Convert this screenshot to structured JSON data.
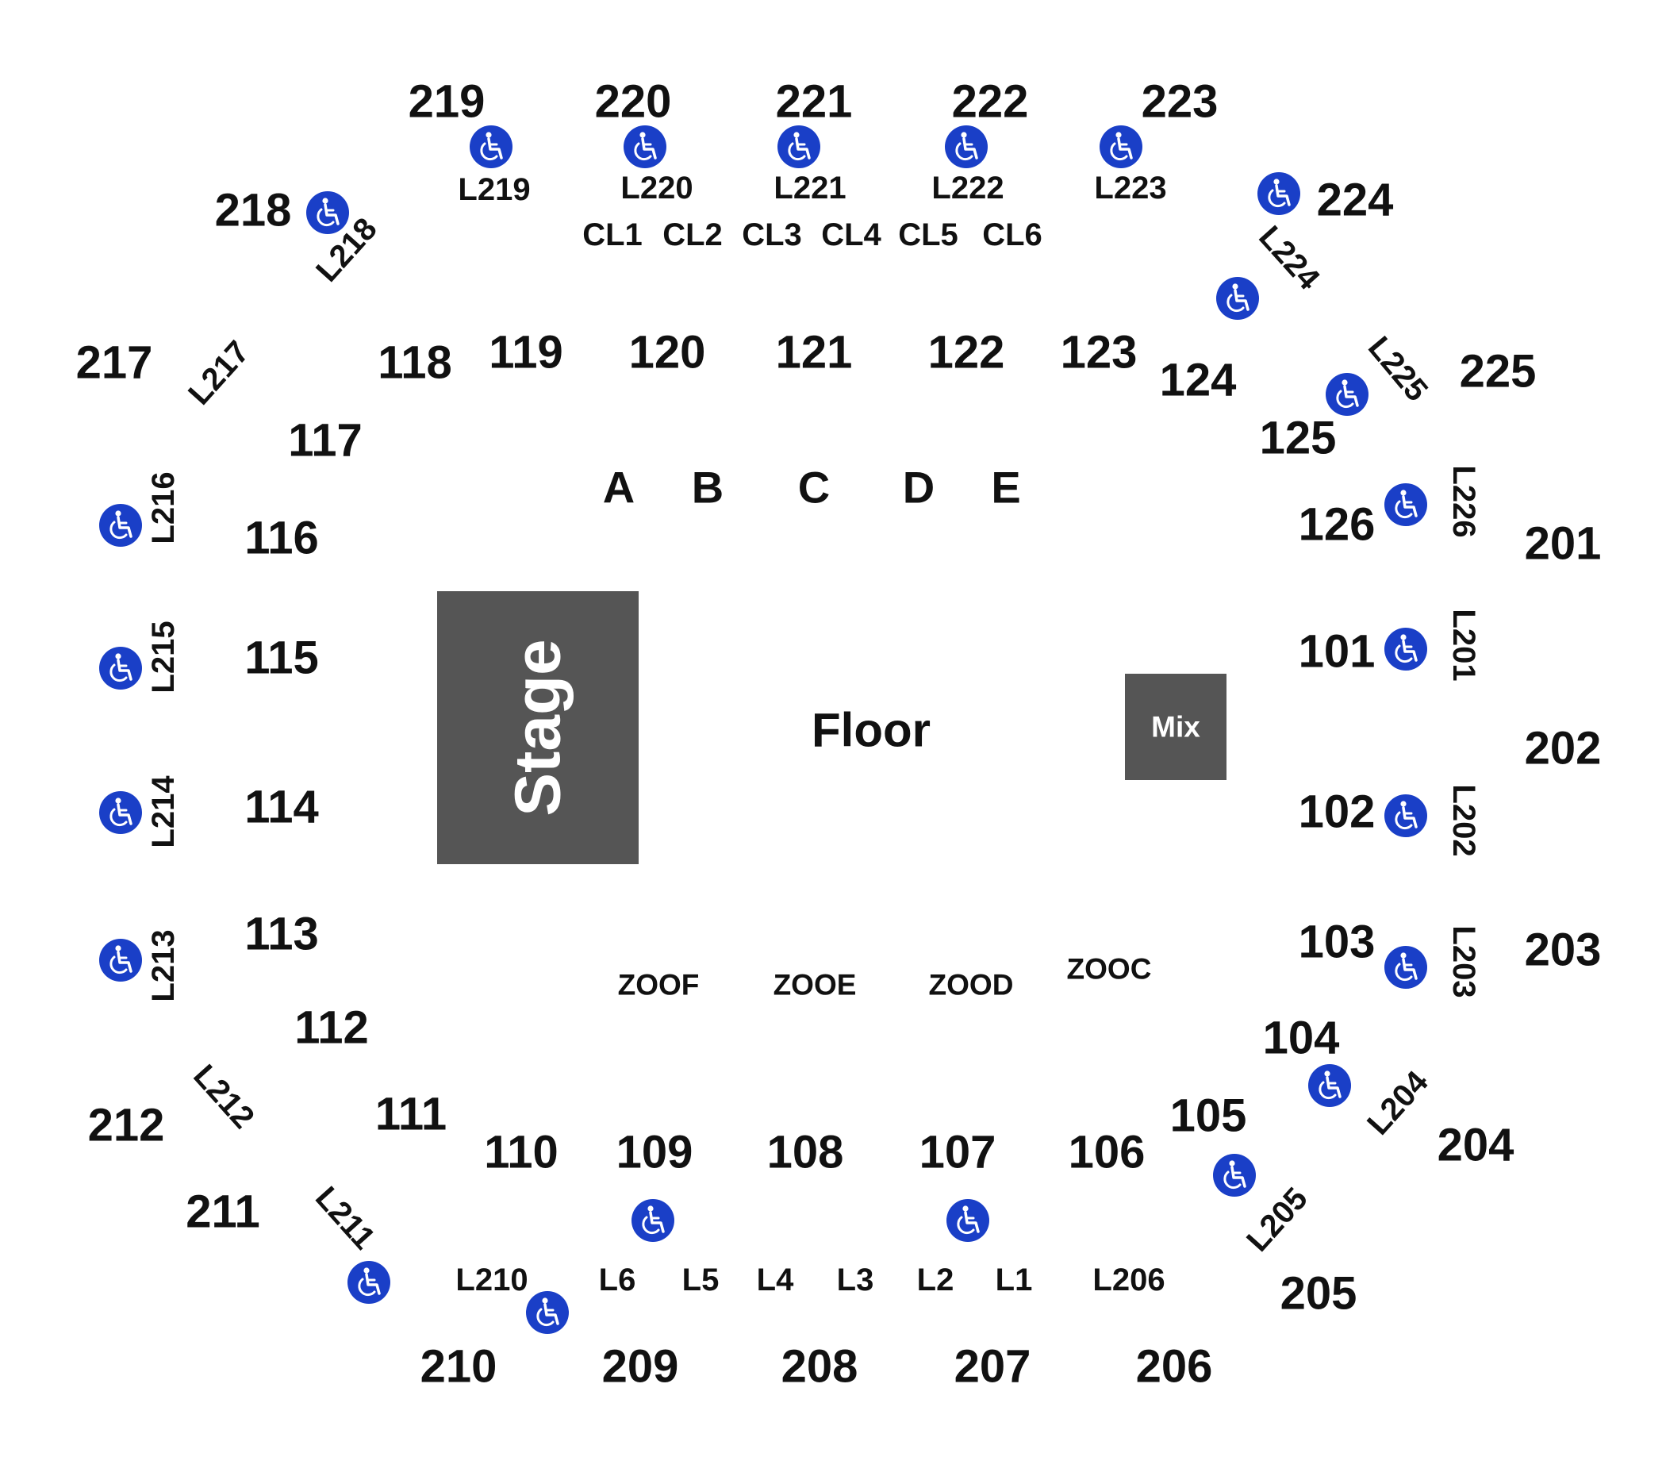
{
  "colors": {
    "block": "#555555",
    "accessible": "#1a3fc7",
    "text": "#111111"
  },
  "icons": {
    "accessible": "wheelchair-icon"
  },
  "stage": {
    "label": "Stage"
  },
  "mix": {
    "label": "Mix"
  },
  "floor": {
    "label": "Floor"
  },
  "sections_200": [
    "219",
    "220",
    "221",
    "222",
    "223",
    "218",
    "224",
    "217",
    "225",
    "201",
    "202",
    "203",
    "204",
    "212",
    "211",
    "210",
    "209",
    "208",
    "207",
    "206",
    "205"
  ],
  "sections_100": [
    "118",
    "119",
    "120",
    "121",
    "122",
    "123",
    "124",
    "125",
    "117",
    "116",
    "115",
    "114",
    "113",
    "112",
    "111",
    "110",
    "109",
    "108",
    "107",
    "106",
    "105",
    "104",
    "126",
    "101",
    "102",
    "103"
  ],
  "floor_rows": [
    "A",
    "B",
    "C",
    "D",
    "E"
  ],
  "loge_labels": [
    "L219",
    "L220",
    "L221",
    "L222",
    "L223",
    "L218",
    "L224",
    "L217",
    "L225",
    "L216",
    "L226",
    "L215",
    "L201",
    "L214",
    "L202",
    "L213",
    "L203",
    "L212",
    "L204",
    "L211",
    "L205",
    "L210",
    "L6",
    "L5",
    "L4",
    "L3",
    "L2",
    "L1",
    "L206"
  ],
  "club_labels": [
    "CL1",
    "CL2",
    "CL3",
    "CL4",
    "CL5",
    "CL6"
  ],
  "zoo_labels": [
    "ZOOF",
    "ZOOE",
    "ZOOD",
    "ZOOC"
  ]
}
